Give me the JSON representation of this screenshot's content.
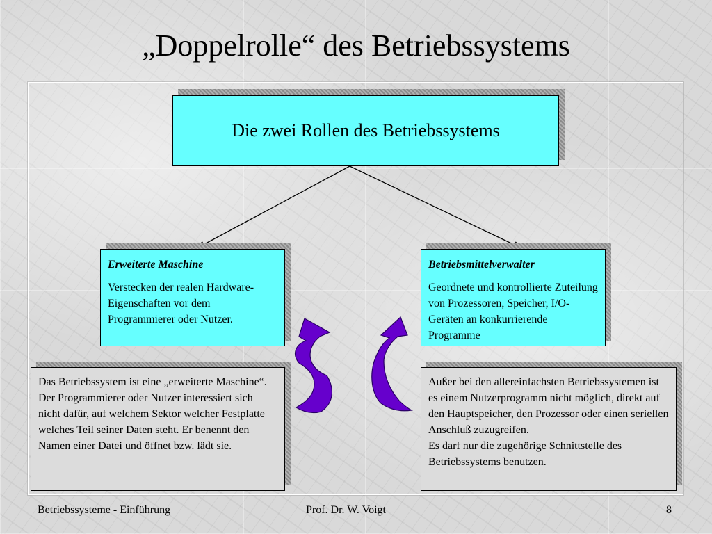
{
  "title": "„Doppelrolle“ des Betriebssystems",
  "central_box": "Die zwei Rollen des Betriebssystems",
  "left_role": {
    "heading": "Erweiterte Maschine",
    "text": "Verstecken der realen Hardware-Eigenschaften vor dem Programmierer oder Nutzer."
  },
  "right_role": {
    "heading": "Betriebsmittelverwalter",
    "text": "Geordnete und kontrollierte Zuteilung von Prozessoren, Speicher, I/O-Geräten an konkurrierende Programme"
  },
  "left_detail": "Das Betriebssystem ist eine „erweiterte Maschine“. Der Programmierer oder Nutzer interessiert sich nicht dafür, auf welchem Sektor welcher Festplatte welches Teil seiner Daten steht. Er benennt den Namen einer Datei und öffnet bzw. lädt sie.",
  "right_detail": {
    "line1": "Außer bei den allereinfachsten Betriebssystemen ist es einem Nutzerprogramm nicht möglich, direkt auf den Hauptspeicher, den Prozessor oder einen seriellen Anschluß zuzugreifen.",
    "line2": "Es darf nur die zugehörige Schnittstelle des Betriebssystems benutzen."
  },
  "footer": {
    "left": "Betriebssysteme - Einführung",
    "center": "Prof. Dr. W. Voigt",
    "right": "8"
  },
  "colors": {
    "box_fill": "#66ffff",
    "detail_fill": "#dcdcdc",
    "arrow_fill": "#6600cc"
  }
}
